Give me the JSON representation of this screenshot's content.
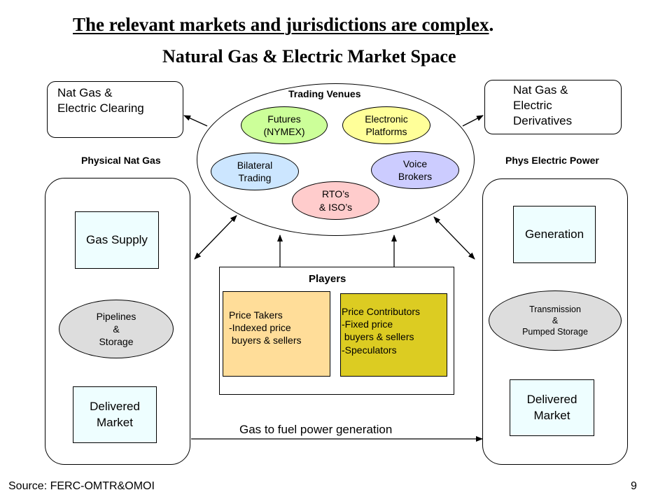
{
  "header": {
    "title_main": "The relevant markets and jurisdictions are complex",
    "title_end": ".",
    "subtitle": "Natural Gas & Electric Market Space"
  },
  "clearing": {
    "text": "Nat Gas &\nElectric Clearing"
  },
  "derivatives": {
    "text": "Nat Gas &\nElectric\nDerivatives"
  },
  "trading_venues": {
    "label": "Trading Venues",
    "futures": "Futures\n(NYMEX)",
    "electronic": "Electronic\nPlatforms",
    "bilateral": "Bilateral\nTrading",
    "voice": "Voice\nBrokers",
    "rto": "RTO’s\n& ISO’s"
  },
  "physical_gas": {
    "label": "Physical Nat Gas",
    "supply": "Gas Supply",
    "pipelines": "Pipelines\n&\nStorage",
    "delivered": "Delivered\nMarket"
  },
  "physical_power": {
    "label": "Phys Electric Power",
    "generation": "Generation",
    "transmission": "Transmission\n&\nPumped  Storage",
    "delivered": "Delivered\nMarket"
  },
  "players": {
    "label": "Players",
    "takers": "Price Takers\n-Indexed price\n buyers & sellers",
    "contributors": "Price Contributors\n-Fixed price\n buyers & sellers\n-Speculators"
  },
  "flow_label": "Gas to fuel power generation",
  "footer": {
    "source": "Source: FERC-OMTR&OMOI",
    "page": "9"
  },
  "colors": {
    "futures": "#ccff99",
    "electronic": "#ffff99",
    "bilateral": "#cce6ff",
    "voice": "#ccccff",
    "rto": "#ffcccc",
    "gray": "#dddddd",
    "takers": "#ffdd99",
    "contributors": "#dccc22",
    "light_box": "#eefeff"
  }
}
